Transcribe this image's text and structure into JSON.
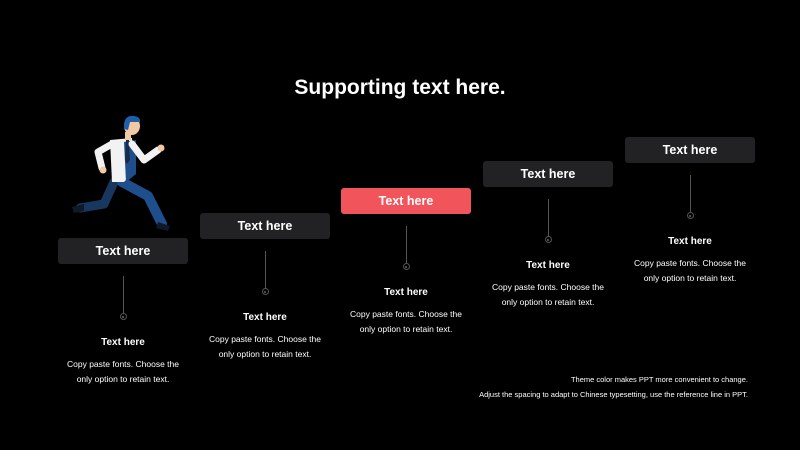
{
  "slide": {
    "title": "Supporting text here.",
    "steps": [
      {
        "label": "Text here",
        "heading": "Text here",
        "desc_line1": "Copy paste fonts. Choose the",
        "desc_line2": "only option to retain text."
      },
      {
        "label": "Text here",
        "heading": "Text here",
        "desc_line1": "Copy paste fonts. Choose the",
        "desc_line2": "only option to retain text."
      },
      {
        "label": "Text here",
        "heading": "Text here",
        "desc_line1": "Copy paste fonts. Choose the",
        "desc_line2": "only option to retain text."
      },
      {
        "label": "Text here",
        "heading": "Text here",
        "desc_line1": "Copy paste fonts. Choose the",
        "desc_line2": "only option to retain text."
      },
      {
        "label": "Text here",
        "heading": "Text here",
        "desc_line1": "Copy paste fonts. Choose the",
        "desc_line2": "only option to retain text."
      }
    ],
    "footnote_line1": "Theme color makes PPT more convenient to change.",
    "footnote_line2": "Adjust the spacing to adapt to Chinese typesetting, use the reference line in PPT.",
    "colors": {
      "background": "#000000",
      "box": "#222224",
      "accent": "#f2545b",
      "text": "#ffffff"
    },
    "illustration": "running-businessman-icon"
  }
}
